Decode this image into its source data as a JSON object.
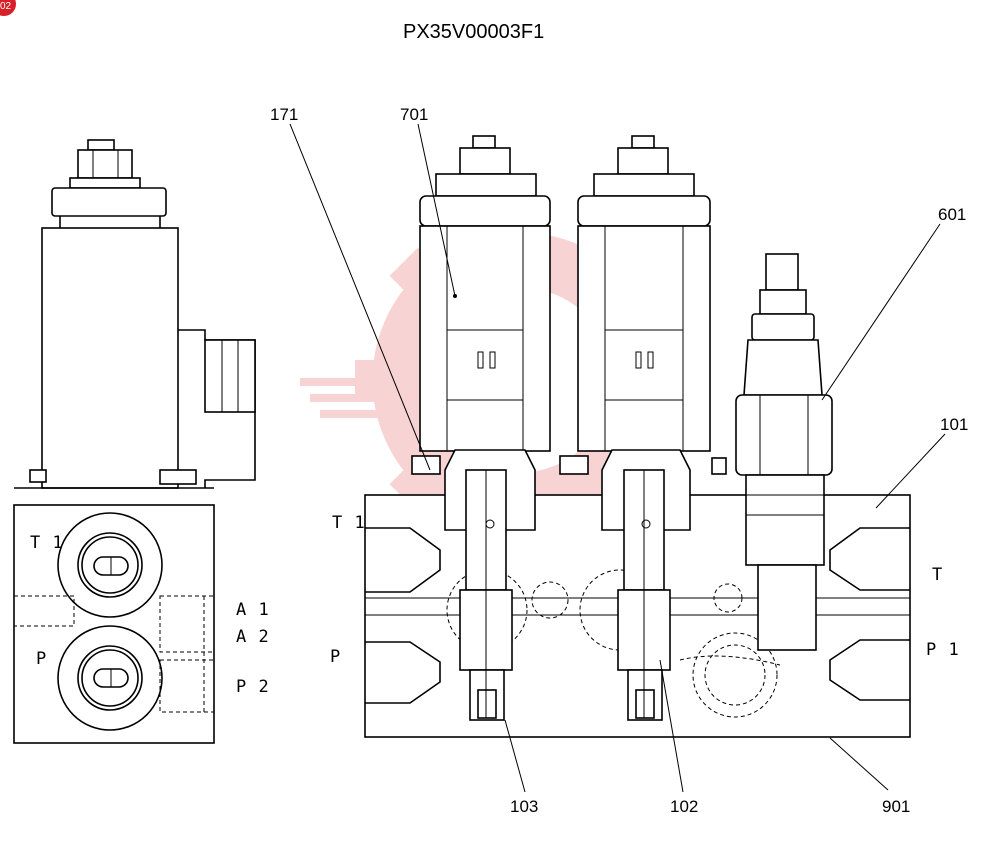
{
  "title": "PX35V00003F1",
  "callouts": {
    "c171": "171",
    "c701": "701",
    "c601": "601",
    "c101": "101",
    "c103": "103",
    "c102": "102",
    "c901": "901"
  },
  "left_view_ports": {
    "t1": "T 1",
    "p": "P",
    "a1": "A 1",
    "a2": "A 2",
    "p2": "P 2"
  },
  "front_view_ports": {
    "t1": "T 1",
    "p": "P",
    "t": "T",
    "p1": "P 1"
  },
  "badge": {
    "text": "02",
    "color": "#d6202a"
  },
  "watermark": {
    "color": "#f2a0a0"
  }
}
